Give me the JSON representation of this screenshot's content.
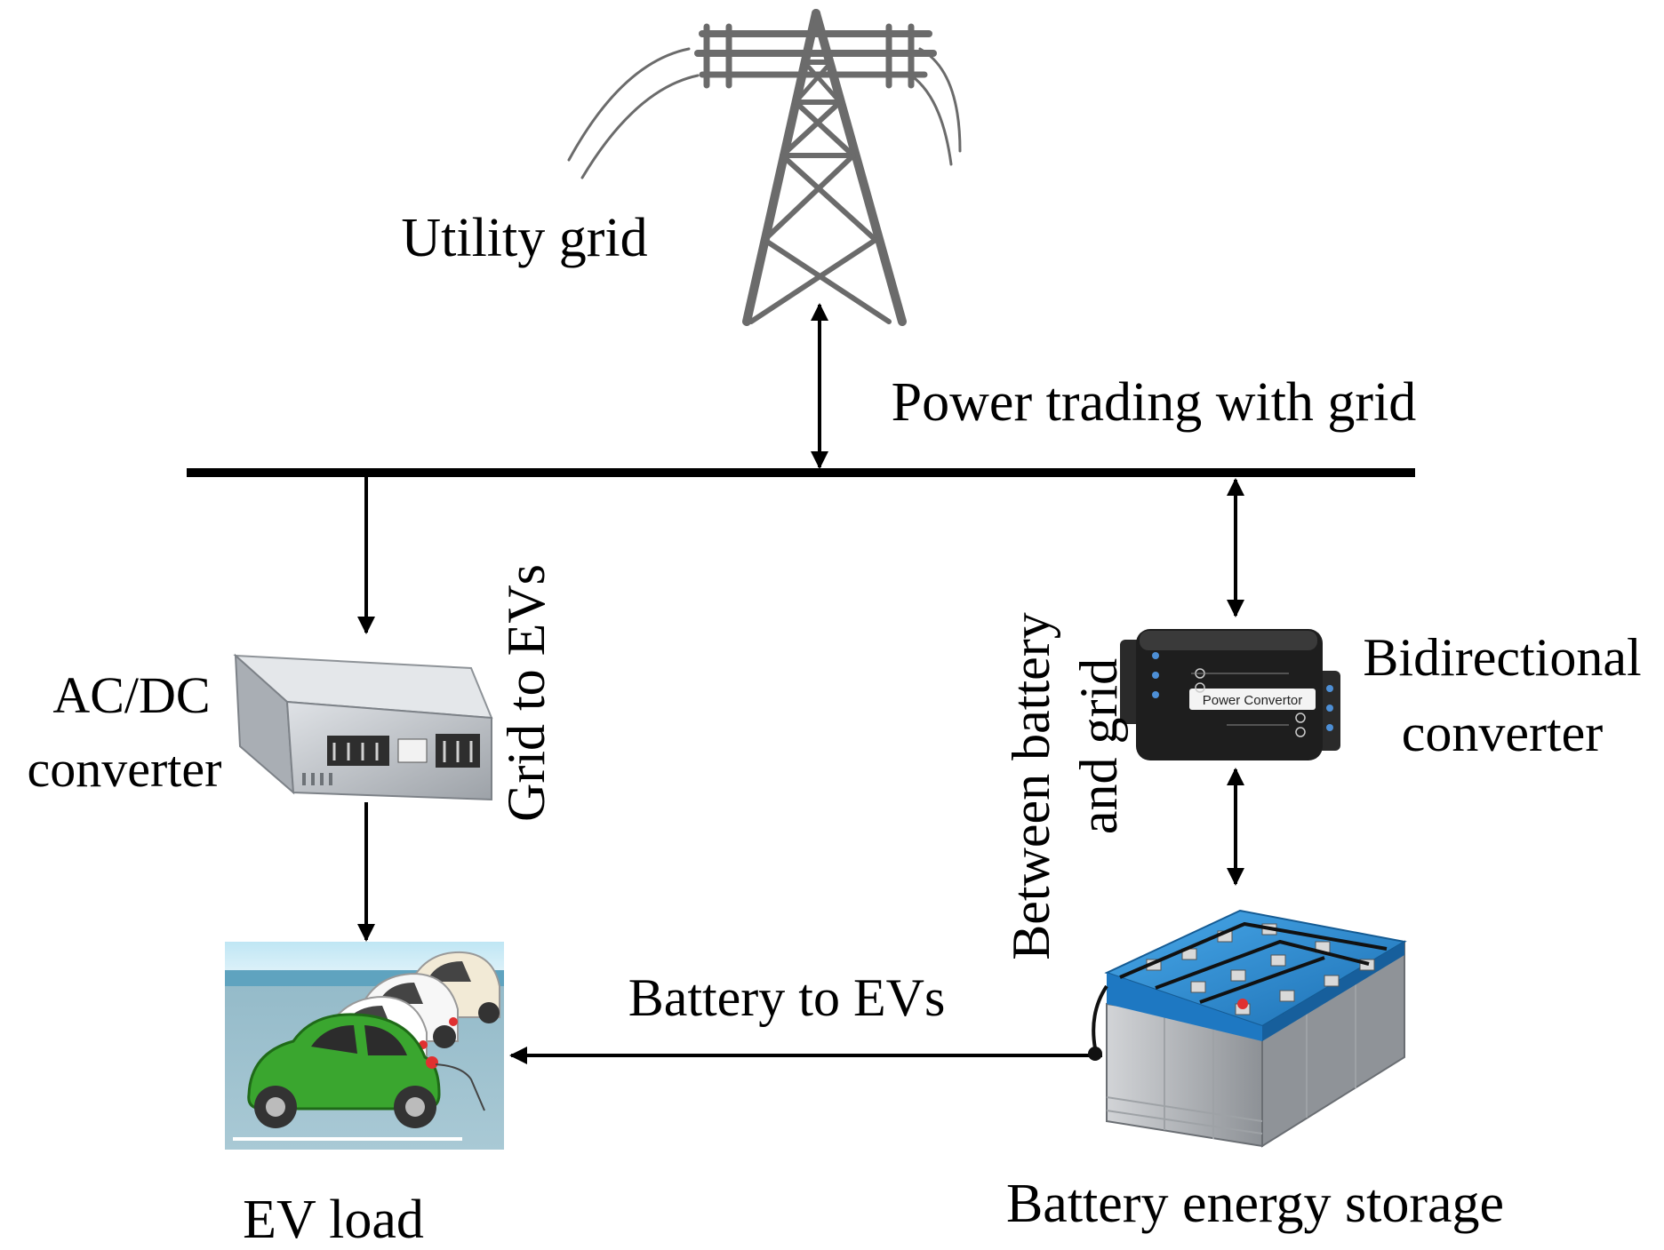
{
  "labels": {
    "utility_grid": "Utility grid",
    "power_trading": "Power trading with grid",
    "acdc_line1": "AC/DC",
    "acdc_line2": "converter",
    "grid_to_evs": "Grid to EVs",
    "between_line1": "Between battery",
    "between_line2": "and grid",
    "bidir_line1": "Bidirectional",
    "bidir_line2": "converter",
    "battery_to_evs": "Battery to EVs",
    "ev_load": "EV load",
    "battery_storage": "Battery energy storage",
    "converter_device_label": "Power Convertor"
  },
  "colors": {
    "line": "#000000",
    "tower": "#6b6b6b",
    "ev_car": "#3aa62f",
    "battery_top": "#2a8fd6",
    "battery_body": "#b9bcc0",
    "converter_body": "#1c1c1c",
    "psu_body": "#c3c7cc"
  },
  "icons": [
    "transmission-tower-icon",
    "acdc-converter-icon",
    "bidirectional-converter-icon",
    "ev-parking-icon",
    "battery-pack-icon"
  ]
}
